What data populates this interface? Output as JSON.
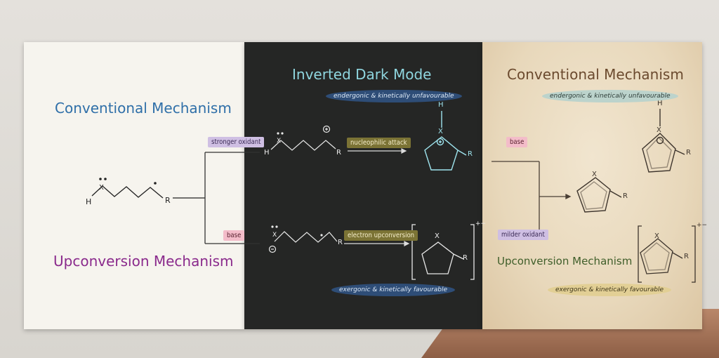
{
  "panels": {
    "light": {
      "title_top": "Conventional Mechanism",
      "title_bottom": "Upconversion Mechanism",
      "tag_top": "stronger oxidant",
      "tag_bottom": "base"
    },
    "dark": {
      "title": "Inverted Dark Mode",
      "pill_top": "endergonic & kinetically unfavourable",
      "pill_bottom": "exergonic & kinetically favourable",
      "tag_top": "nucleophilic attack",
      "tag_bottom": "electron upconversion"
    },
    "paper": {
      "title_top": "Conventional Mechanism",
      "title_bottom": "Upconversion Mechanism",
      "pill_top": "endergonic & kinetically unfavourable",
      "pill_bottom": "exergonic & kinetically favourable",
      "tag_top": "base",
      "tag_bottom": "milder oxidant"
    }
  },
  "atoms": {
    "h": "H",
    "x": "X",
    "r": "R",
    "plus_charge": "+",
    "minus_charge": "−",
    "radical_anion_charge": "+−"
  },
  "colors": {
    "light_title_top": "#2f6fa8",
    "light_title_bottom": "#8a2a8c",
    "dark_title": "#8fd6df",
    "paper_title_top": "#6b4a2e",
    "paper_title_bottom": "#3f5e2a",
    "tag_purple": "#cfbfe3",
    "tag_pink": "#f3bcc9",
    "tag_olive": "#7b7335",
    "pill_blue": "#2e4d77",
    "pill_teal": "#bcd3cc",
    "pill_gold": "#e2cf95"
  }
}
